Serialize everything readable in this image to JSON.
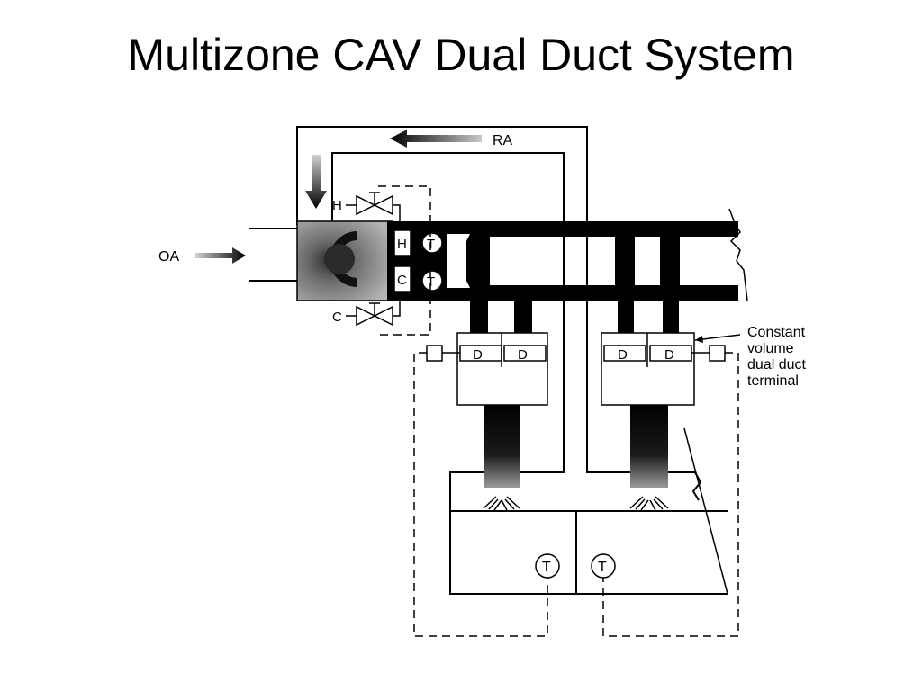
{
  "slide": {
    "title": "Multizone CAV Dual Duct System"
  },
  "diagram": {
    "return_air_label": "RA",
    "outside_air_label": "OA",
    "heating_valve_label": "H",
    "cooling_valve_label": "C",
    "heating_coil_label": "H",
    "cooling_coil_label": "C",
    "thermostat_label": "T",
    "damper_label": "D",
    "terminal_callout": [
      "Constant",
      "volume",
      "dual duct",
      "terminal"
    ]
  },
  "colors": {
    "duct": "#000000",
    "background": "#ffffff",
    "air_handler": "#9a9a9a"
  }
}
